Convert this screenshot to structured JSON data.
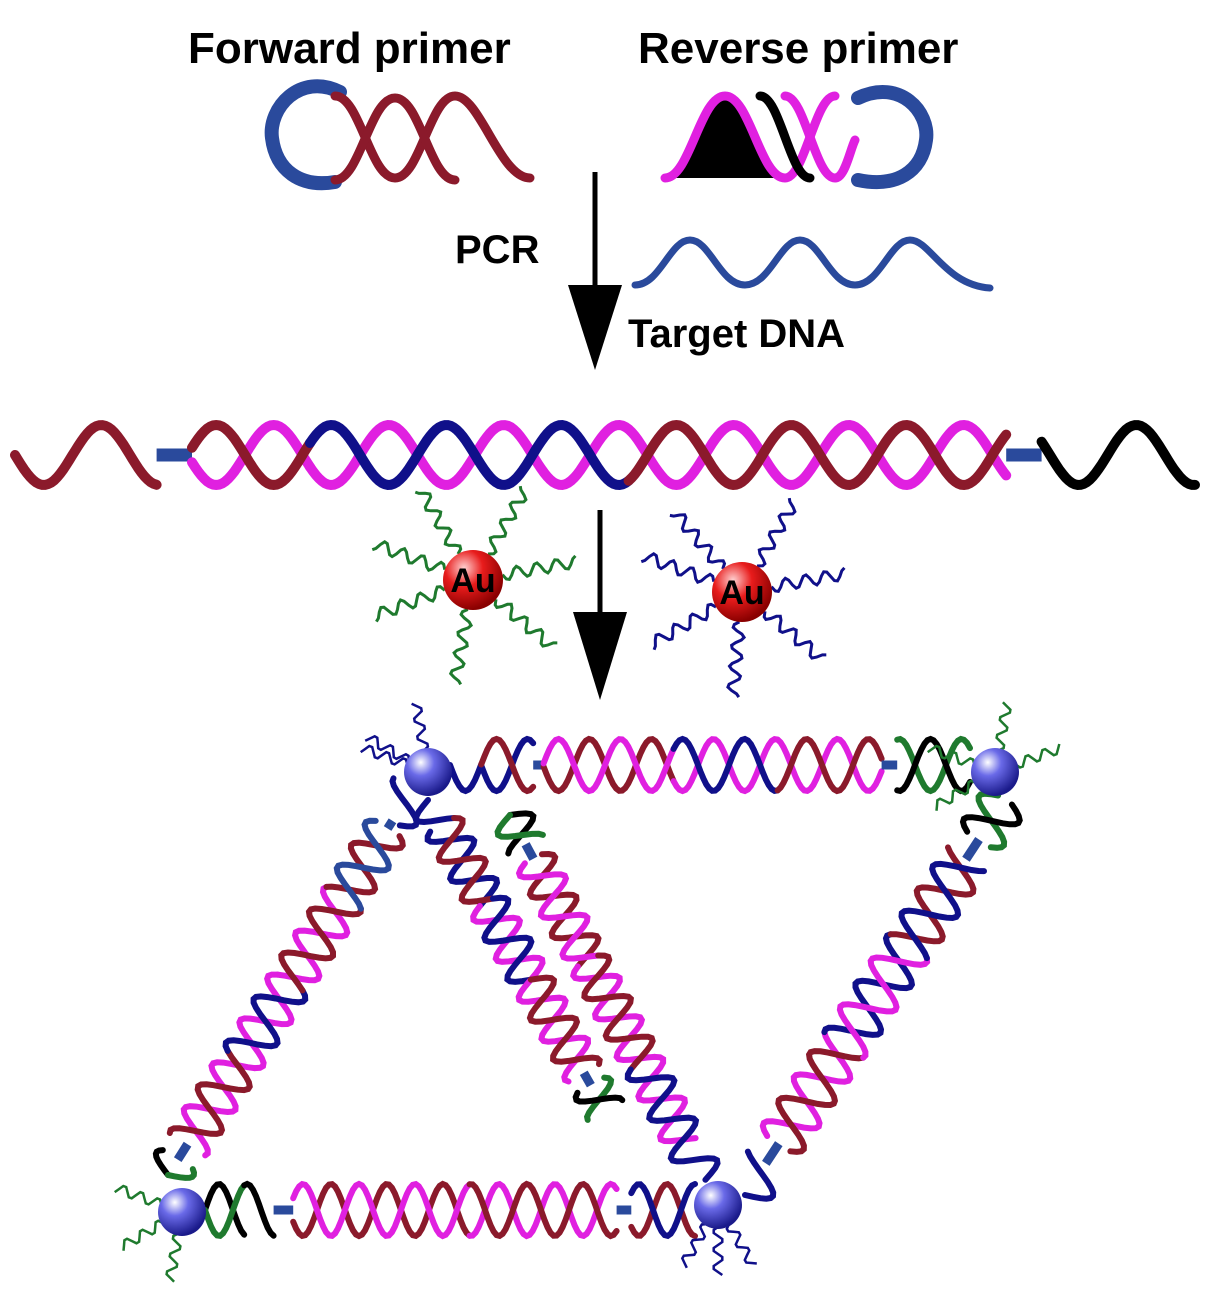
{
  "labels": {
    "forward_primer": "Forward primer",
    "reverse_primer": "Reverse primer",
    "pcr": "PCR",
    "target_dna": "Target DNA",
    "gold_particle_1": "Au",
    "gold_particle_2": "Au"
  },
  "colors": {
    "blue": "#2a4a9c",
    "dark_red": "#8b1a2b",
    "magenta": "#e020e0",
    "black": "#000000",
    "green": "#1f7a2e",
    "navy": "#10108a",
    "gold_red": "#e81c1c",
    "nano_blue": "#3838c8"
  }
}
